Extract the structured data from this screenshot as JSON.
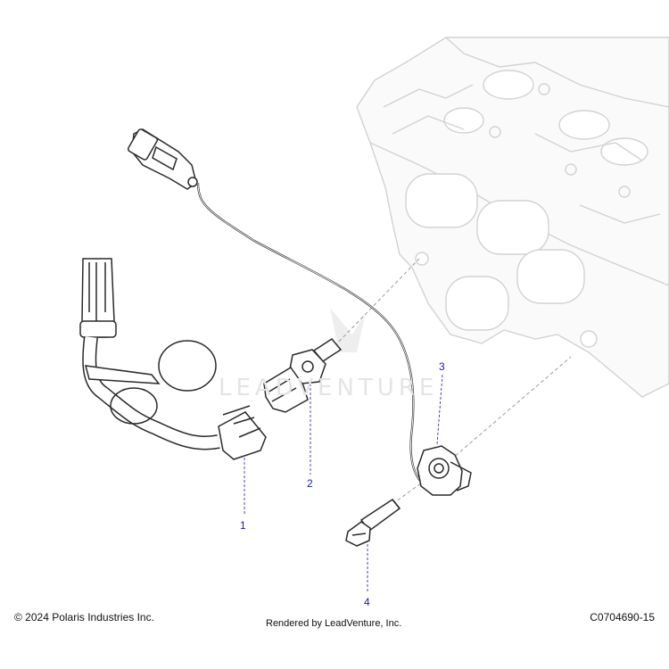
{
  "callouts": [
    "1",
    "2",
    "3",
    "4"
  ],
  "watermark": "LEADVENTURE",
  "footer": {
    "copyright": "© 2024 Polaris Industries Inc.",
    "rendered_by": "Rendered by LeadVenture, Inc.",
    "diagram_code": "C0704690-15"
  }
}
